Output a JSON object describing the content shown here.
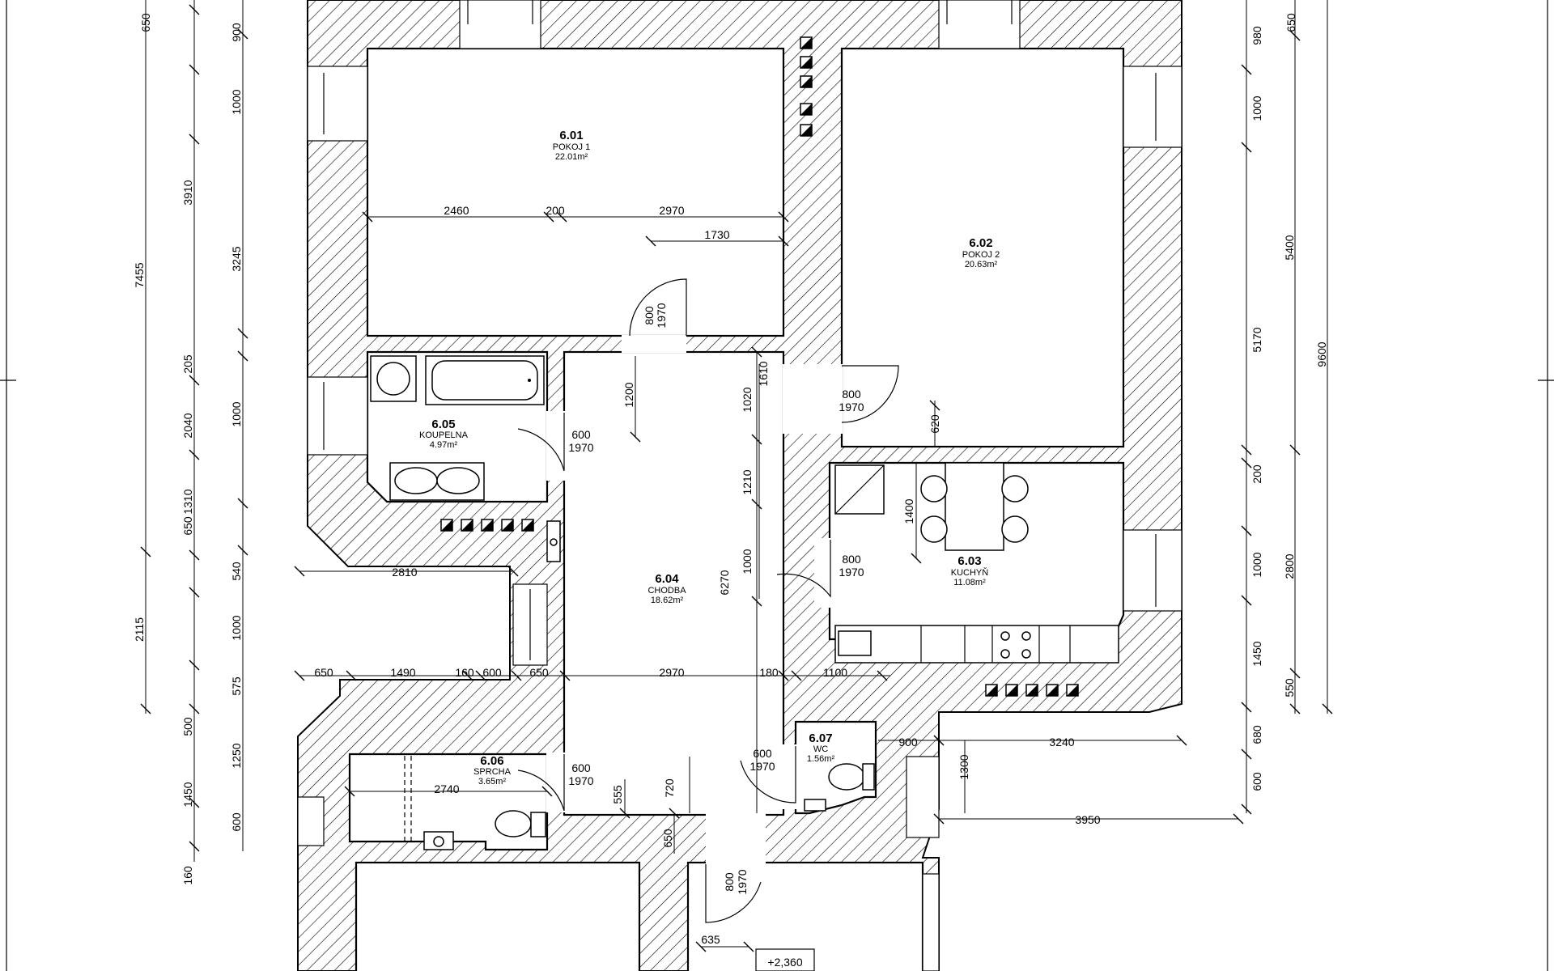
{
  "rooms": [
    {
      "number": "6.01",
      "name": "POKOJ 1",
      "area": "22.01m²"
    },
    {
      "number": "6.02",
      "name": "POKOJ 2",
      "area": "20.63m²"
    },
    {
      "number": "6.03",
      "name": "KUCHYŇ",
      "area": "11.08m²"
    },
    {
      "number": "6.04",
      "name": "CHODBA",
      "area": "18.62m²"
    },
    {
      "number": "6.05",
      "name": "KOUPELNA",
      "area": "4.97m²"
    },
    {
      "number": "6.06",
      "name": "SPRCHA",
      "area": "3.65m²"
    },
    {
      "number": "6.07",
      "name": "WC",
      "area": "1.56m²"
    }
  ],
  "level": "+2,360",
  "dims_left_outer": [
    "650",
    "7455",
    "2115",
    "500",
    "1450",
    "160"
  ],
  "dims_left_inner": [
    "900",
    "1000",
    "3910",
    "3245",
    "205",
    "2040",
    "1000",
    "1310",
    "650",
    "540",
    "1000",
    "575",
    "1250",
    "600"
  ],
  "dims_right_inner": [
    "980",
    "1000",
    "5170",
    "200",
    "1000",
    "1450",
    "680",
    "600"
  ],
  "dims_right_outer": [
    "650",
    "5400",
    "9600",
    "2800",
    "550"
  ],
  "dims_interior": [
    "2460",
    "200",
    "2970",
    "1730",
    "800",
    "1970",
    "1200",
    "1610",
    "1020",
    "1210",
    "1000",
    "6270",
    "600",
    "1970",
    "800",
    "1970",
    "620",
    "1400",
    "800",
    "1970",
    "2810",
    "650",
    "1490",
    "160",
    "600",
    "650",
    "2970",
    "180",
    "1100",
    "600",
    "1970",
    "900",
    "3240",
    "1300",
    "2740",
    "600",
    "1970",
    "555",
    "720",
    "650",
    "3950",
    "800",
    "1970",
    "635"
  ]
}
